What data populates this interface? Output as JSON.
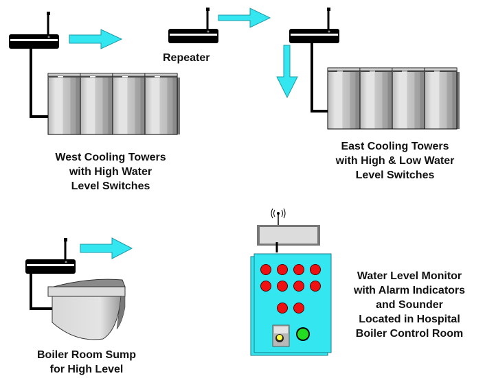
{
  "colors": {
    "arrow": "#33e6f0",
    "arrow_stroke": "#1a9aa8",
    "device": "#000000",
    "tower_light": "#e2e2e2",
    "tower_mid": "#bdbdbd",
    "tower_dark": "#8f8f8f",
    "panel": "#33e6f0",
    "alarm_led": "#ee1111",
    "ok_led": "#22dd22",
    "key_led": "#ffff44",
    "display": "#dcdcdc"
  },
  "labels": {
    "repeater": "Repeater",
    "west_towers": [
      "West Cooling Towers",
      "with High Water",
      "Level Switches"
    ],
    "east_towers": [
      "East Cooling Towers",
      "with High & Low Water",
      "Level Switches"
    ],
    "boiler_sump": [
      "Boiler Room Sump",
      "for High Level"
    ],
    "monitor": [
      "Water Level Monitor",
      "with Alarm Indicators",
      "and Sounder",
      "Located in Hospital",
      "Boiler Control Room"
    ]
  },
  "components": {
    "transmitters": [
      "west-towers-transmitter",
      "repeater",
      "east-towers-transmitter",
      "boiler-sump-transmitter"
    ],
    "alarm_indicator_count": 10,
    "tower_cells_per_bank": 4
  }
}
